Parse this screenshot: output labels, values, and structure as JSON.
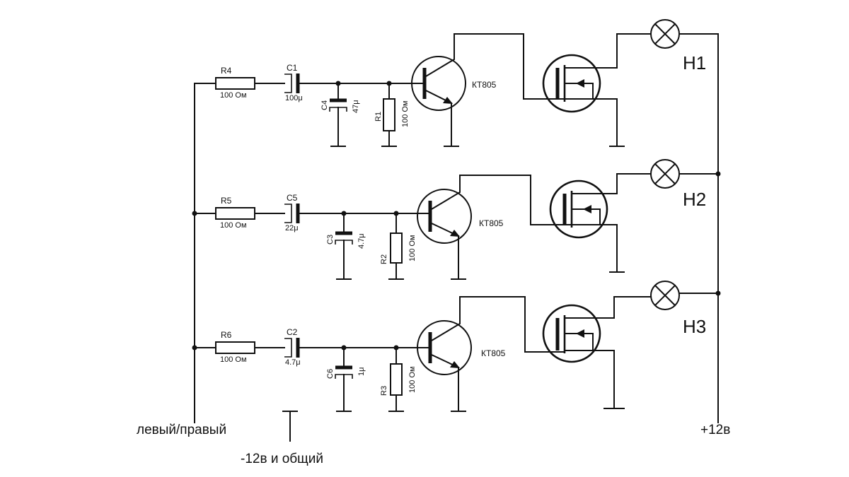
{
  "labels": {
    "input": "левый/правый",
    "ground": "-12в и общий",
    "supply": "+12в"
  },
  "transistor_type": "КТ805",
  "channels": [
    {
      "series_resistor": "R4",
      "series_resistor_value": "100 Ом",
      "coupling_cap": "C1",
      "coupling_cap_value": "100μ",
      "shunt_cap": "C4",
      "shunt_cap_value": "47μ",
      "bias_resistor": "R1",
      "bias_resistor_value": "100 Ом",
      "lamp": "H1"
    },
    {
      "series_resistor": "R5",
      "series_resistor_value": "100 Ом",
      "coupling_cap": "C5",
      "coupling_cap_value": "22μ",
      "shunt_cap": "C3",
      "shunt_cap_value": "4.7μ",
      "bias_resistor": "R2",
      "bias_resistor_value": "100 Ом",
      "lamp": "H2"
    },
    {
      "series_resistor": "R6",
      "series_resistor_value": "100 Ом",
      "coupling_cap": "C2",
      "coupling_cap_value": "4.7μ",
      "shunt_cap": "C6",
      "shunt_cap_value": "1μ",
      "bias_resistor": "R3",
      "bias_resistor_value": "100 Ом",
      "lamp": "H3"
    }
  ]
}
